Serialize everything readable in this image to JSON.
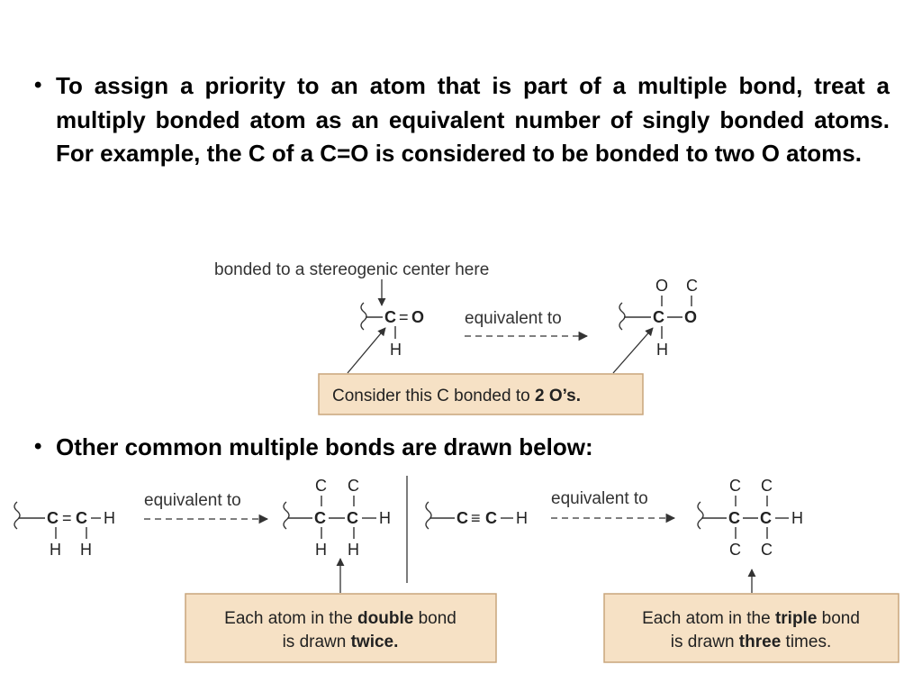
{
  "bullets": {
    "symbol": "•",
    "first": "To assign a priority to an atom that is part of a multiple bond, treat a multiply bonded atom as an equivalent number of singly bonded atoms. For example, the C of a C=O is considered to be bonded to two O atoms.",
    "second": "Other common multiple bonds are drawn below:"
  },
  "top_diagram": {
    "caption": "bonded to a stereogenic center here",
    "equivalent_label": "equivalent to",
    "box_text_plain": "Consider this C bonded to ",
    "box_text_bold": "2 O’s.",
    "atoms": {
      "carbon": "C",
      "oxygen": "O",
      "hydrogen": "H",
      "double_bond": "=",
      "triple_bond": "≡"
    }
  },
  "bottom_left": {
    "equivalent_label": "equivalent to",
    "box_line1_plain": "Each atom in the ",
    "box_line1_bold": "double",
    "box_line1_end": " bond",
    "box_line2_plain": "is drawn ",
    "box_line2_bold": "twice."
  },
  "bottom_right": {
    "equivalent_label": "equivalent to",
    "box_line1_plain": "Each atom in the ",
    "box_line1_bold": "triple",
    "box_line1_end": " bond",
    "box_line2_plain": "is drawn ",
    "box_line2_bold": "three",
    "box_line2_end": " times."
  },
  "colors": {
    "callout_fill": "#f6e1c5",
    "callout_border": "#c9a57c"
  }
}
